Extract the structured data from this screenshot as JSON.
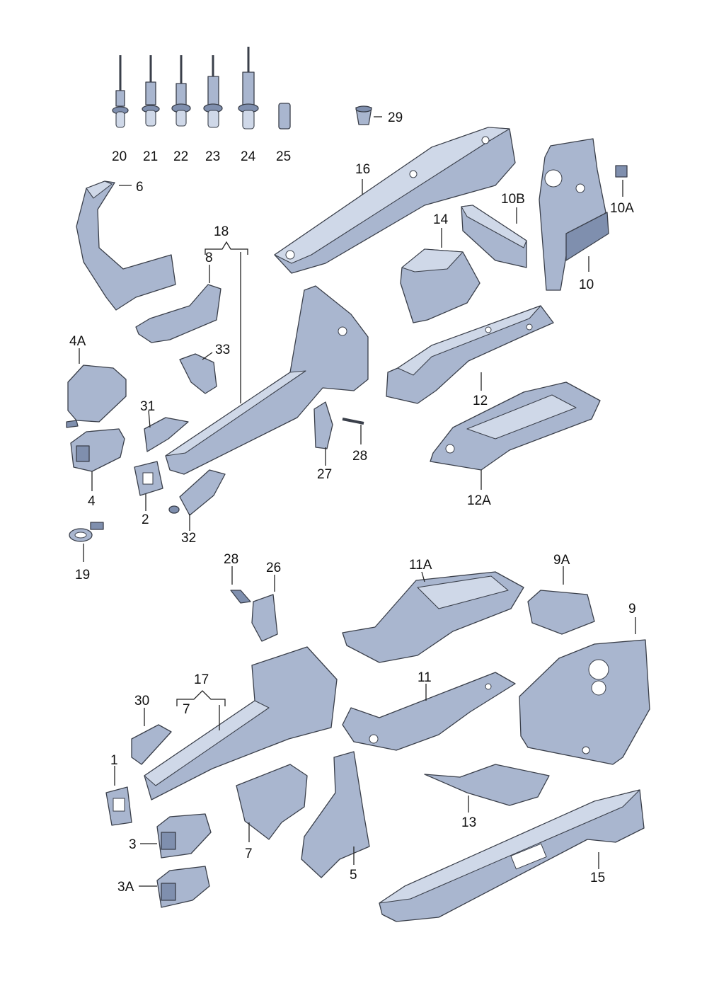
{
  "callouts": {
    "c20": "20",
    "c21": "21",
    "c22": "22",
    "c23": "23",
    "c24": "24",
    "c25": "25",
    "c29": "29",
    "c16": "16",
    "c6": "6",
    "c10A": "10A",
    "c10B": "10B",
    "c10": "10",
    "c14": "14",
    "c18": "18",
    "c8": "8",
    "c33": "33",
    "c4A": "4A",
    "c31": "31",
    "c12": "12",
    "c12A": "12A",
    "c27": "27",
    "c28a": "28",
    "c4": "4",
    "c2": "2",
    "c32": "32",
    "c19": "19",
    "c28b": "28",
    "c26": "26",
    "c11A": "11A",
    "c9A": "9A",
    "c9": "9",
    "c17": "17",
    "c7a": "7",
    "c30": "30",
    "c11": "11",
    "c1": "1",
    "c13": "13",
    "c3": "3",
    "c7b": "7",
    "c5": "5",
    "c15": "15",
    "c3A": "3A"
  }
}
